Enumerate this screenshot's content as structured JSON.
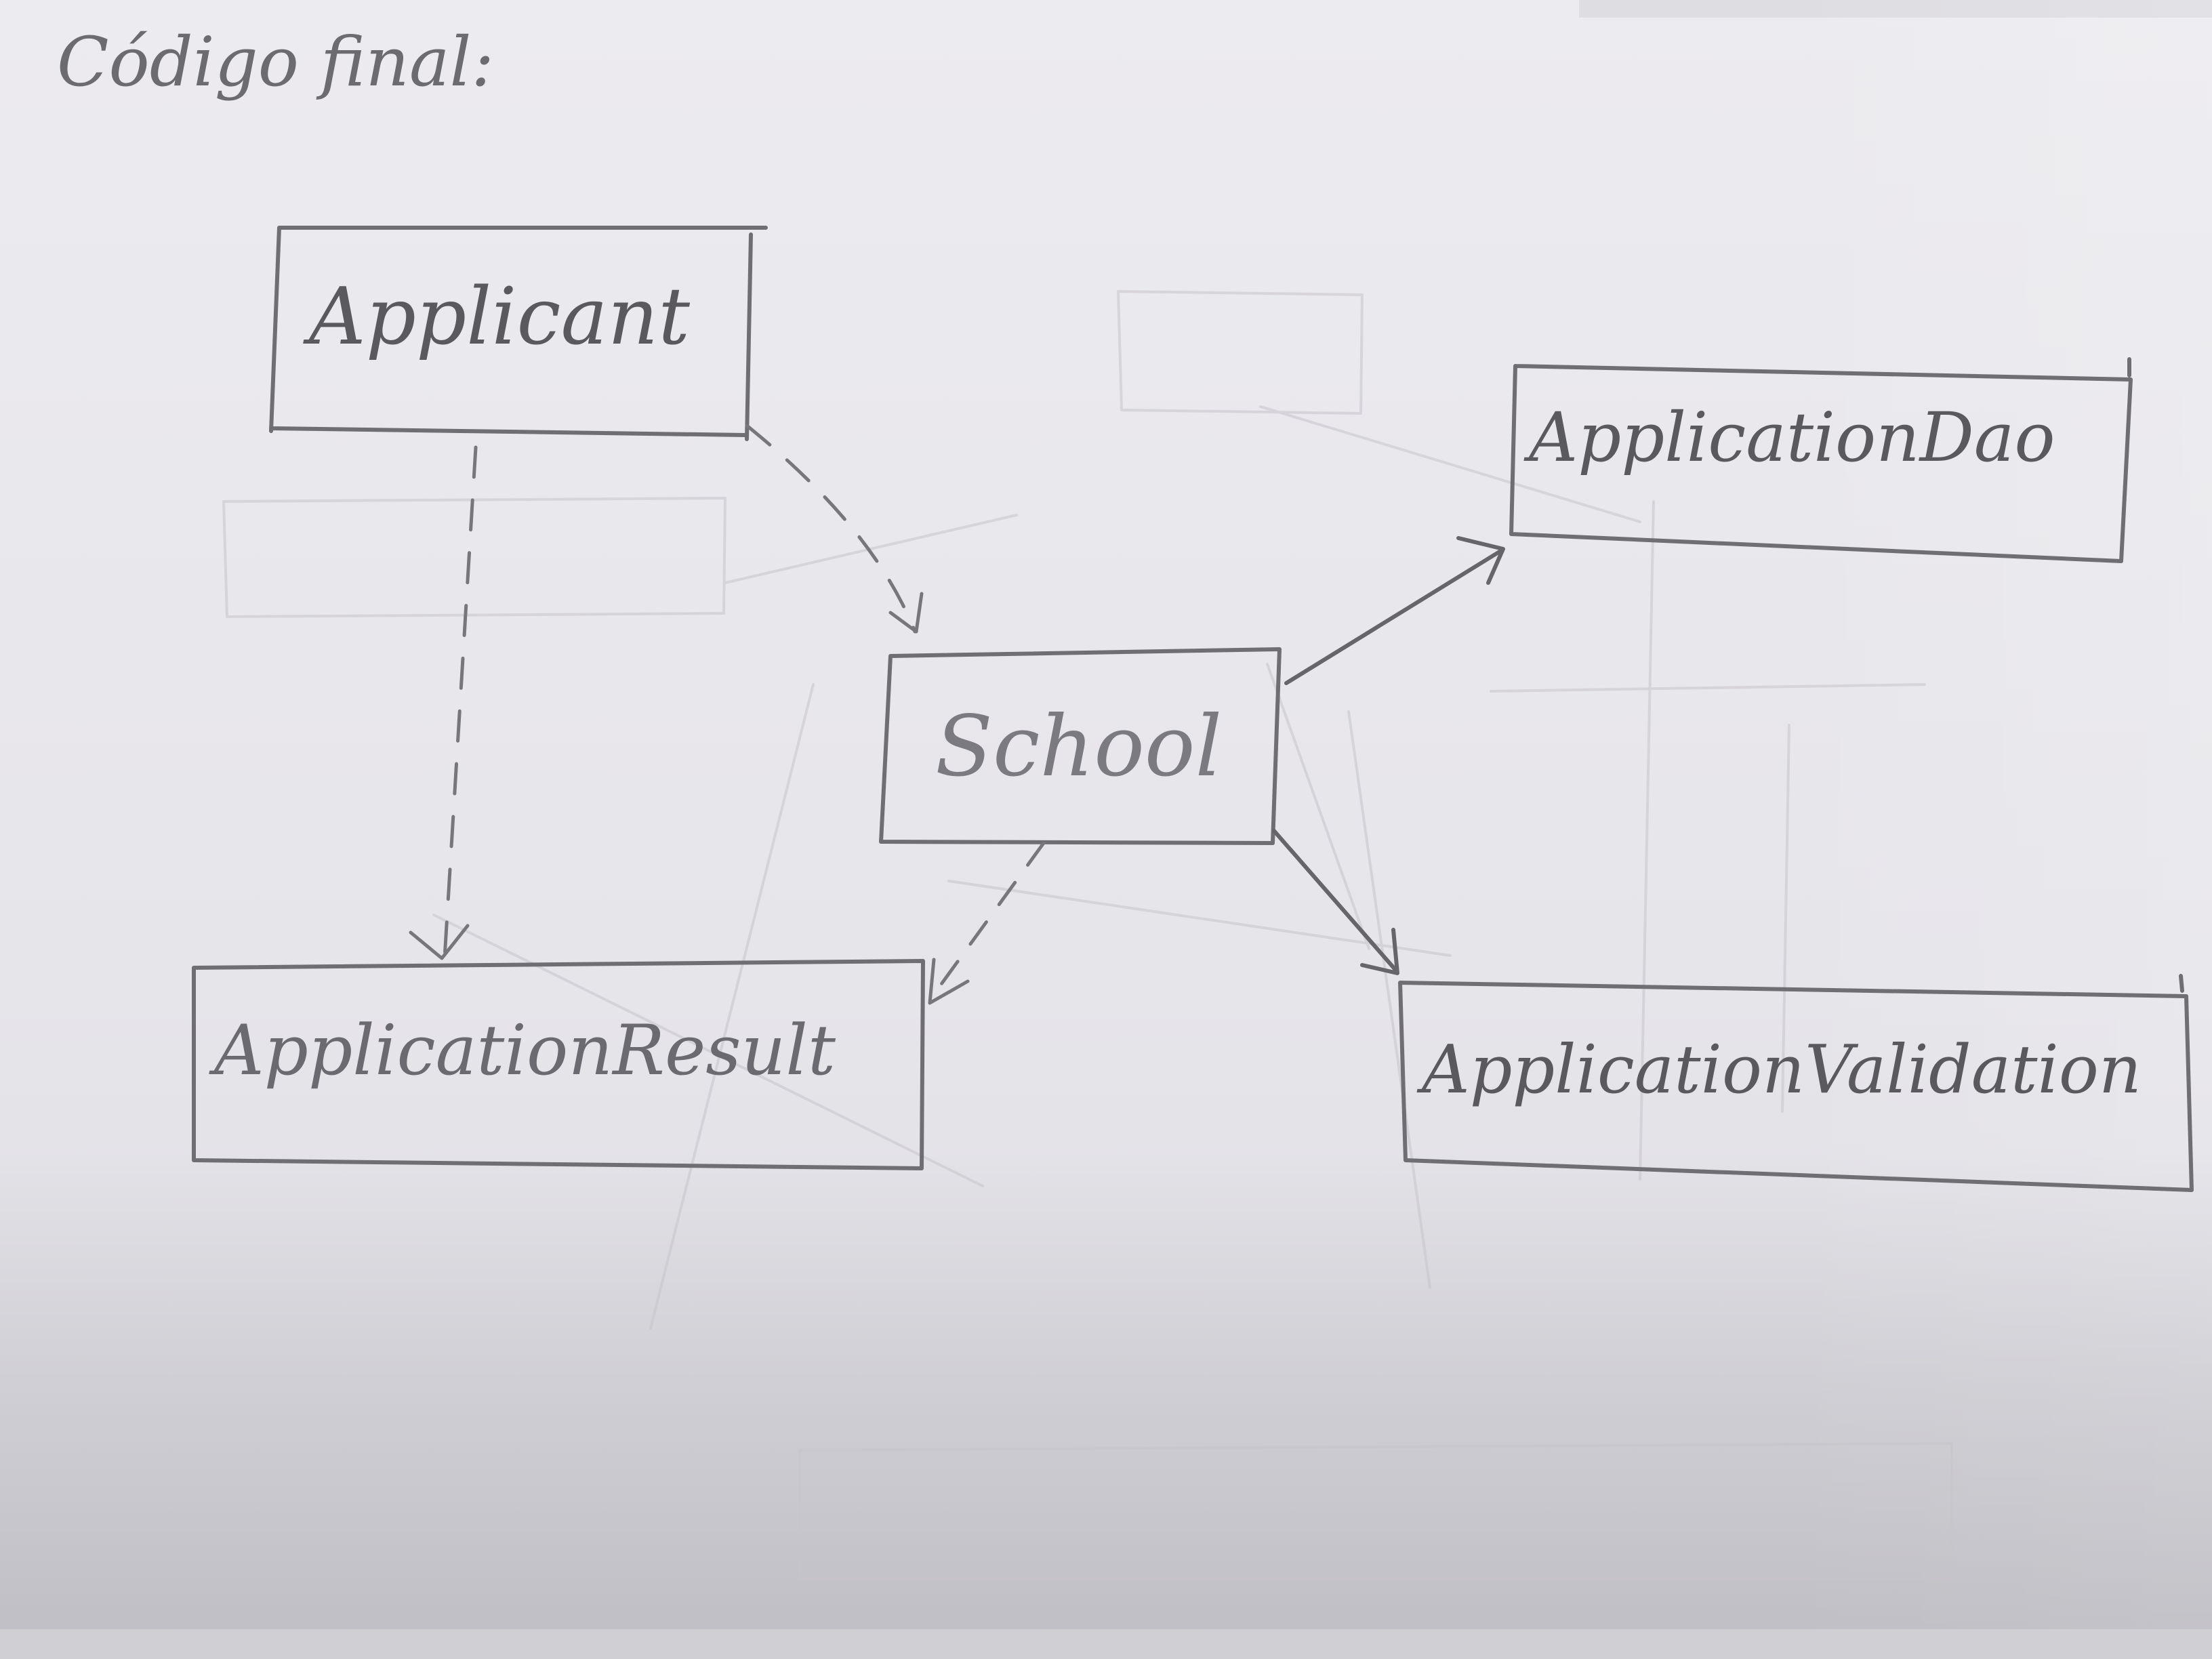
{
  "heading": "Código final:",
  "classes": {
    "applicant": "Applicant",
    "school": "School",
    "application_dao": "ApplicationDao",
    "application_result": "ApplicationResult",
    "application_validation": "ApplicationValidation"
  },
  "relationships": [
    {
      "from": "Applicant",
      "to": "School",
      "style": "dashed"
    },
    {
      "from": "Applicant",
      "to": "ApplicationResult",
      "style": "dashed"
    },
    {
      "from": "School",
      "to": "ApplicationResult",
      "style": "dashed"
    },
    {
      "from": "School",
      "to": "ApplicationDao",
      "style": "solid"
    },
    {
      "from": "School",
      "to": "ApplicationValidation",
      "style": "solid"
    }
  ],
  "colors": {
    "paper": "#e7e6ea",
    "pencil": "#6a696e"
  }
}
